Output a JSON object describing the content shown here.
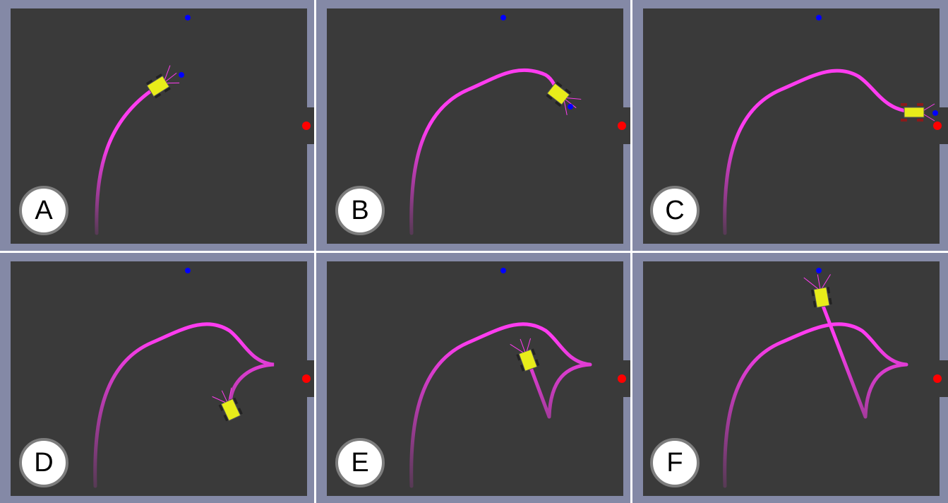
{
  "panels": [
    {
      "id": "A",
      "label": "A"
    },
    {
      "id": "B",
      "label": "B"
    },
    {
      "id": "C",
      "label": "C"
    },
    {
      "id": "D",
      "label": "D"
    },
    {
      "id": "E",
      "label": "E"
    },
    {
      "id": "F",
      "label": "F"
    }
  ],
  "colors": {
    "arena_floor": "#3a3a3a",
    "arena_wall": "#8489a6",
    "trajectory": "#ff3cf0",
    "robot_body": "#e8ec1a",
    "goal_marker": "#ff0000",
    "waypoint_marker": "#0000ff"
  }
}
